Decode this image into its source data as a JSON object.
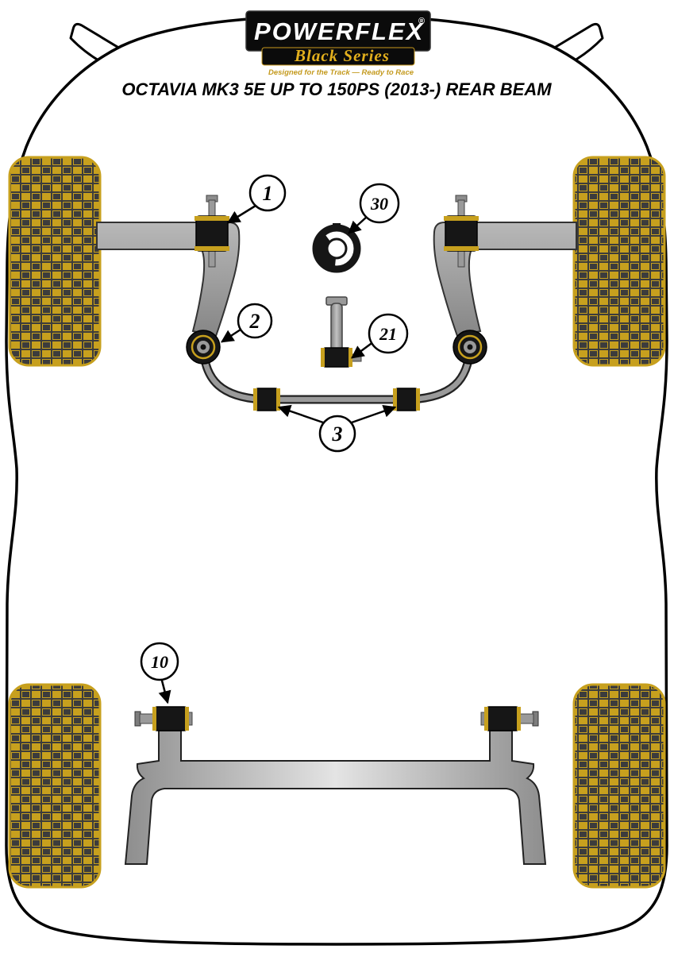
{
  "title": "OCTAVIA MK3 5E UP TO 150PS (2013-) REAR BEAM",
  "logo": {
    "brand": "POWERFLEX",
    "registered": "®",
    "series": "Black Series",
    "tagline": "Designed for the Track — Ready to Race"
  },
  "callouts": {
    "c1": {
      "label": "1"
    },
    "c2": {
      "label": "2"
    },
    "c3": {
      "label": "3"
    },
    "c10": {
      "label": "10"
    },
    "c21": {
      "label": "21"
    },
    "c30": {
      "label": "30"
    }
  },
  "colors": {
    "accent_yellow": "#C7A01E",
    "tire_dark": "#3C3C3C",
    "bush_black": "#161616",
    "metal_gray": "#9A9A9A",
    "outline_black": "#000000",
    "background": "#FFFFFF",
    "logo_black": "#0B0B0B",
    "logo_gold": "#E2AF1D"
  }
}
